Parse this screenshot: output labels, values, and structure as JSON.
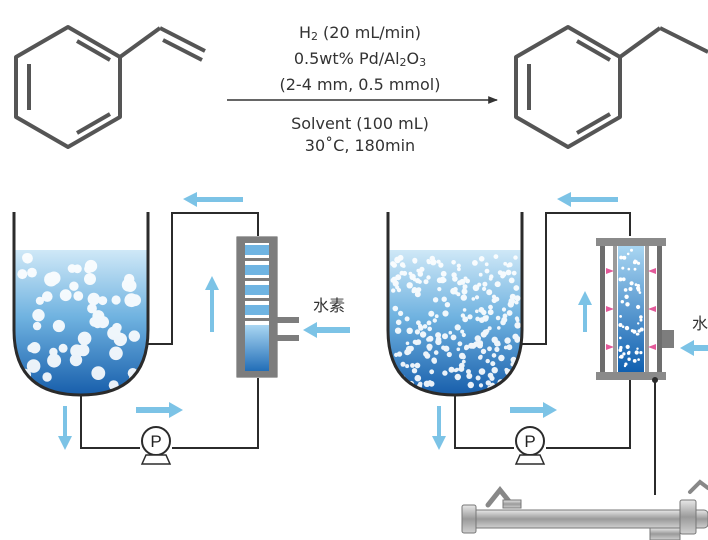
{
  "reaction": {
    "line1_pre": "H",
    "line1_sub": "2",
    "line1_post": " (20 mL/min)",
    "line2_pre": "0.5wt% Pd/Al",
    "line2_sub1": "2",
    "line2_mid": "O",
    "line2_sub2": "3",
    "line3": "(2-4 mm, 0.5 mmol)",
    "line4": "Solvent (100 mL)",
    "line5": "30˚C, 180min"
  },
  "labels": {
    "hydrogen_left": "水素",
    "hydrogen_right": "水"
  },
  "pump_symbol": "P",
  "colors": {
    "line": "#2b2b2b",
    "arrow": "#7cc3e6",
    "pink": "#e35a9a",
    "liquid_top": "#bde0f5",
    "liquid_bottom": "#1464b4",
    "structure": "#555555"
  }
}
